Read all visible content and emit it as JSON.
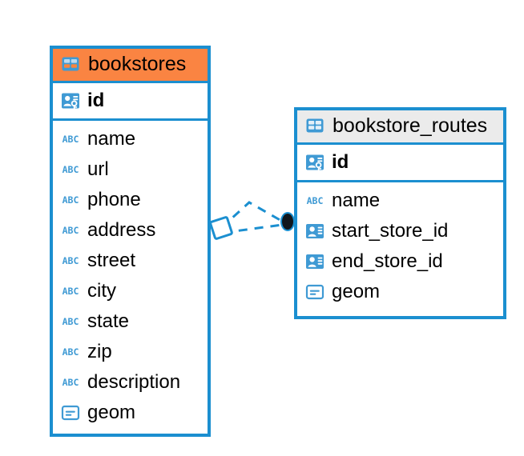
{
  "diagram": {
    "type": "entity-relationship-diagram",
    "background_color": "#ffffff",
    "accent_color": "#1b8fd0",
    "highlight_color": "#fa8442",
    "header_grey": "#ebebeb"
  },
  "entities": [
    {
      "name": "bookstores",
      "title": "bookstores",
      "header_style": "orange",
      "table_icon": "table-icon",
      "primary_key": [
        {
          "label": "id",
          "icon": "primary-key-icon"
        }
      ],
      "attributes": [
        {
          "label": "name",
          "icon": "text-abc-icon"
        },
        {
          "label": "url",
          "icon": "text-abc-icon"
        },
        {
          "label": "phone",
          "icon": "text-abc-icon"
        },
        {
          "label": "address",
          "icon": "text-abc-icon"
        },
        {
          "label": "street",
          "icon": "text-abc-icon"
        },
        {
          "label": "city",
          "icon": "text-abc-icon"
        },
        {
          "label": "state",
          "icon": "text-abc-icon"
        },
        {
          "label": "zip",
          "icon": "text-abc-icon"
        },
        {
          "label": "description",
          "icon": "text-abc-icon"
        },
        {
          "label": "geom",
          "icon": "geometry-icon"
        }
      ]
    },
    {
      "name": "bookstore_routes",
      "title": "bookstore_routes",
      "header_style": "grey",
      "table_icon": "table-icon",
      "primary_key": [
        {
          "label": "id",
          "icon": "primary-key-icon"
        }
      ],
      "attributes": [
        {
          "label": "name",
          "icon": "text-abc-icon"
        },
        {
          "label": "start_store_id",
          "icon": "foreign-key-icon"
        },
        {
          "label": "end_store_id",
          "icon": "foreign-key-icon"
        },
        {
          "label": "geom",
          "icon": "geometry-icon"
        }
      ]
    }
  ],
  "relationship": {
    "style": "dashed",
    "color": "#1b8fd0",
    "source_endpoint": "diamond",
    "target_endpoint": "filled-circle",
    "branches": 2
  }
}
